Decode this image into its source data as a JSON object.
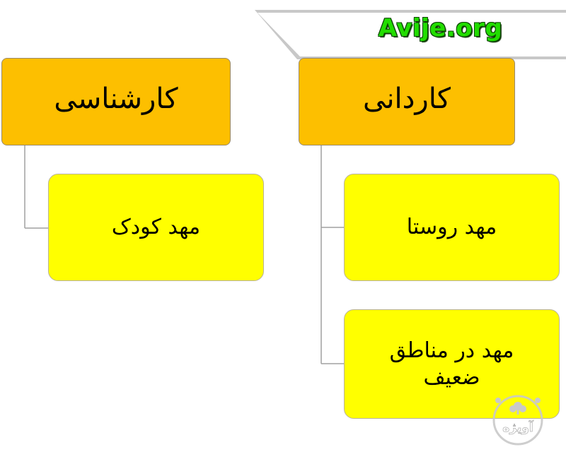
{
  "site_banner": {
    "text": "Avije.org"
  },
  "chart_data": {
    "type": "diagram",
    "groups": [
      {
        "title": "کاردانی",
        "items": [
          "مهد روستا",
          "مهد در مناطق ضعیف"
        ]
      },
      {
        "title": "کارشناسی",
        "items": [
          "مهد کودک"
        ]
      }
    ]
  },
  "watermark": {
    "text": "آویژه"
  },
  "colors": {
    "header_fill": "#fdbf00",
    "leaf_fill": "#ffff00",
    "banner_text": "#22dd00",
    "connector": "#a0a0a0"
  }
}
